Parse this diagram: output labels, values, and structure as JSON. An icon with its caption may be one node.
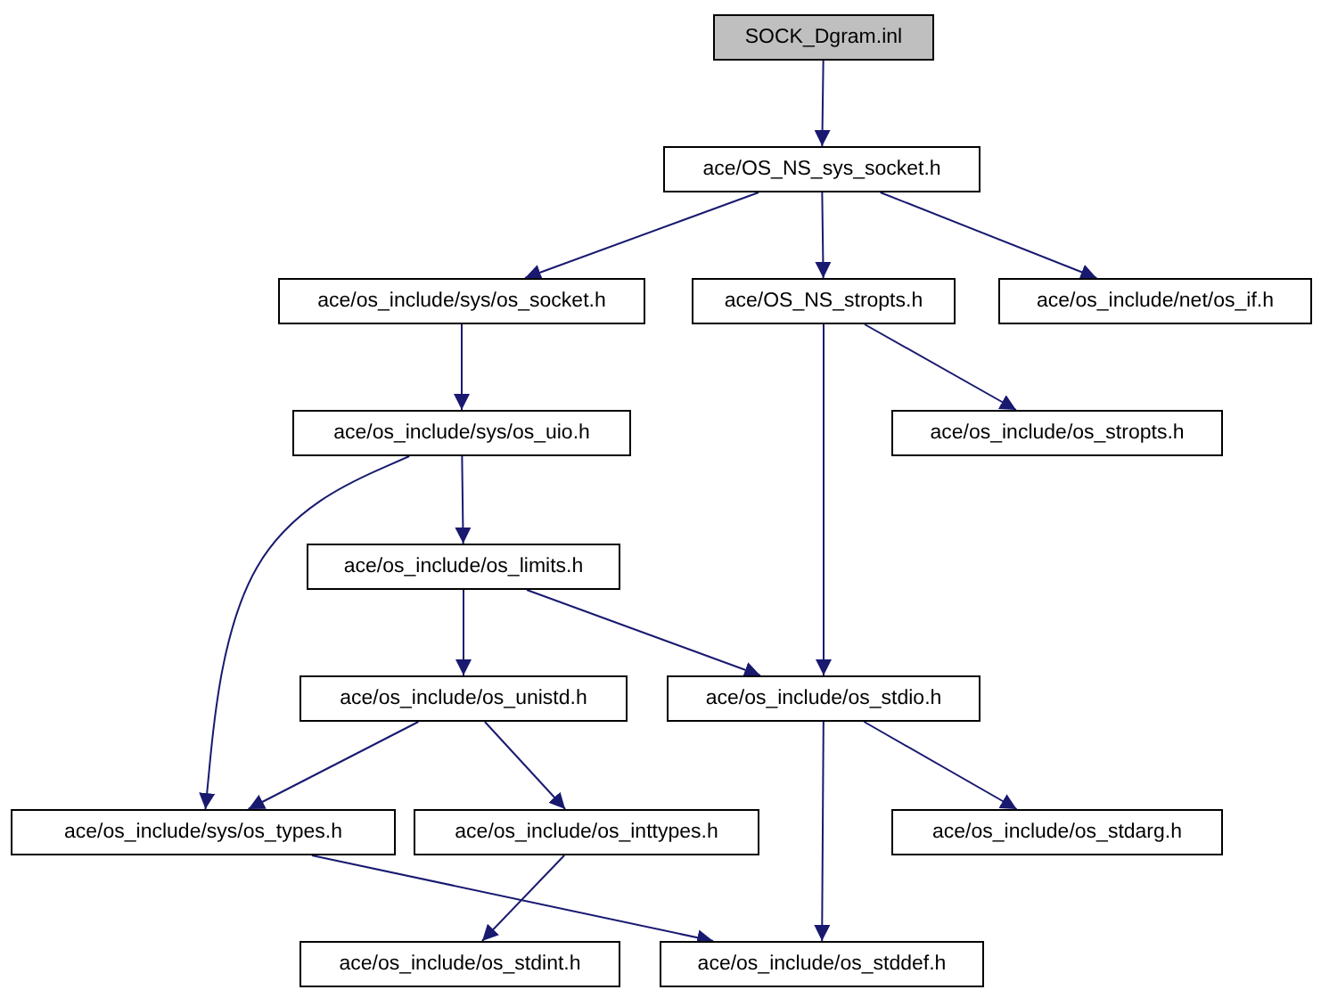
{
  "diagram": {
    "nodes": [
      {
        "text": [
          "SOCK_Dgram.inl"
        ]
      },
      {
        "text": [
          "ace/OS_NS_sys_socket.h"
        ]
      },
      {
        "text": [
          "ace/os_include/sys/os_socket.h"
        ]
      },
      {
        "text": [
          "ace/OS_NS_stropts.h"
        ]
      },
      {
        "text": [
          "ace/os_include/net/os_if.h"
        ]
      },
      {
        "text": [
          "ace/os_include/sys/os_uio.h"
        ]
      },
      {
        "text": [
          "ace/os_include/os_stropts.h"
        ]
      },
      {
        "text": [
          "ace/os_include/os_limits.h"
        ]
      },
      {
        "text": [
          "ace/os_include/os_unistd.h"
        ]
      },
      {
        "text": [
          "ace/os_include/os_stdio.h"
        ]
      },
      {
        "text": [
          "ace/os_include/sys/os_types.h"
        ]
      },
      {
        "text": [
          "ace/os_include/os_inttypes.h"
        ]
      },
      {
        "text": [
          "ace/os_include/os_stdarg.h"
        ]
      },
      {
        "text": [
          "ace/os_include/os_stdint.h"
        ]
      },
      {
        "text": [
          "ace/os_include/os_stddef.h"
        ]
      }
    ],
    "edges": [
      {
        "from": 0,
        "to": 1,
        "arrow": "to"
      },
      {
        "from": 1,
        "to": 2,
        "arrow": "to"
      },
      {
        "from": 1,
        "to": 3,
        "arrow": "to"
      },
      {
        "from": 1,
        "to": 4,
        "arrow": "to"
      },
      {
        "from": 2,
        "to": 5,
        "arrow": "to"
      },
      {
        "from": 3,
        "to": 6,
        "arrow": "to"
      },
      {
        "from": 3,
        "to": 9,
        "arrow": "to"
      },
      {
        "from": 5,
        "to": 7,
        "arrow": "to"
      },
      {
        "from": 5,
        "to": 10,
        "arrow": "to"
      },
      {
        "from": 7,
        "to": 8,
        "arrow": "to"
      },
      {
        "from": 7,
        "to": 9,
        "arrow": "to"
      },
      {
        "from": 8,
        "to": 10,
        "arrow": "to"
      },
      {
        "from": 8,
        "to": 11,
        "arrow": "to"
      },
      {
        "from": 9,
        "to": 12,
        "arrow": "to"
      },
      {
        "from": 9,
        "to": 14,
        "arrow": "to"
      },
      {
        "from": 10,
        "to": 14,
        "arrow": "to"
      },
      {
        "from": 11,
        "to": 13,
        "arrow": "to"
      }
    ]
  }
}
